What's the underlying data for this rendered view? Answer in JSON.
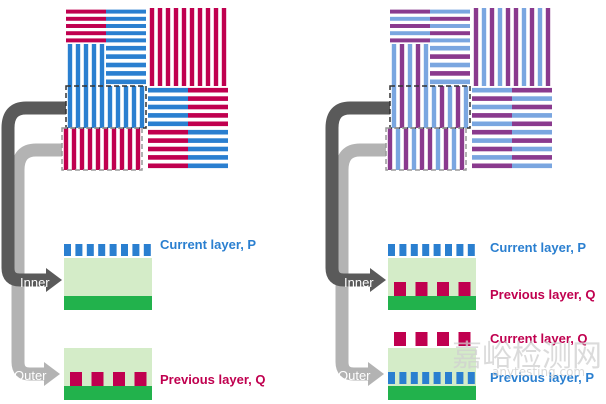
{
  "labels": {
    "left_current": "Current layer, P",
    "left_previous": "Previous layer, Q",
    "right_current_top": "Current layer, P",
    "right_previous_top": "Previous layer, Q",
    "right_current_bottom": "Current layer, Q",
    "right_previous_bottom": "Previous layer, P",
    "inner": "Inner",
    "outer": "Outer"
  },
  "watermark": {
    "text": "嘉峪检测网",
    "url": "anytesting.com"
  },
  "colors": {
    "crimson": "#c0004f",
    "blue": "#2a7fd0",
    "green": "#22b24c",
    "light_green": "#d4ecc8",
    "dark_gray_arrow": "#5a5a5a",
    "light_gray_arrow": "#b3b3b3",
    "blended_purple": "#8a3a8e",
    "blended_lightblue": "#7aa6e0"
  }
}
